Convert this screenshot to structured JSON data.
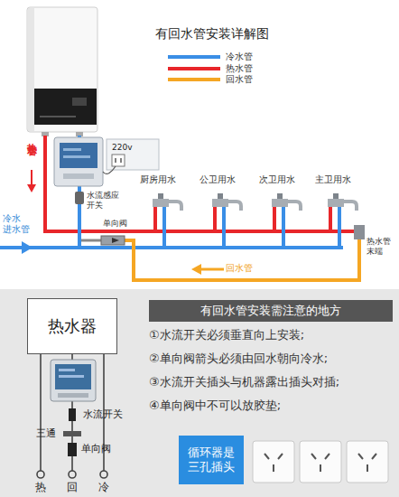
{
  "diagram": {
    "title": "有回水管安装详解图",
    "nodes": [
      {
        "text": [
          "热水器"
        ]
      },
      {
        "text": [
          "有回水管安装需注意的地方"
        ]
      },
      {
        "text": [
          "循环器是 三孔插头"
        ]
      }
    ],
    "labels": [
      "热水管",
      "220v",
      "厨房用水",
      "公卫用水",
      "次卫用水",
      "主卫用水",
      "水流感应 开关",
      "冷水 进水管",
      "单向阀",
      "热水管 末端",
      "回水管",
      "①水流开关必须垂直向上安装;",
      "②单向阀箭头必须由回水朝向冷水;",
      "③水流开关插头与机器露出插头对插;",
      "④单向阀中不可以放胶垫;",
      "水流开关",
      "三通",
      "单向阀",
      "热",
      "回",
      "冷"
    ],
    "legend": [
      {
        "text": "冷水管",
        "color": "#3a8ee6"
      },
      {
        "text": "热水管",
        "color": "#e8262a"
      },
      {
        "text": "回水管",
        "color": "#f5a623"
      }
    ]
  }
}
